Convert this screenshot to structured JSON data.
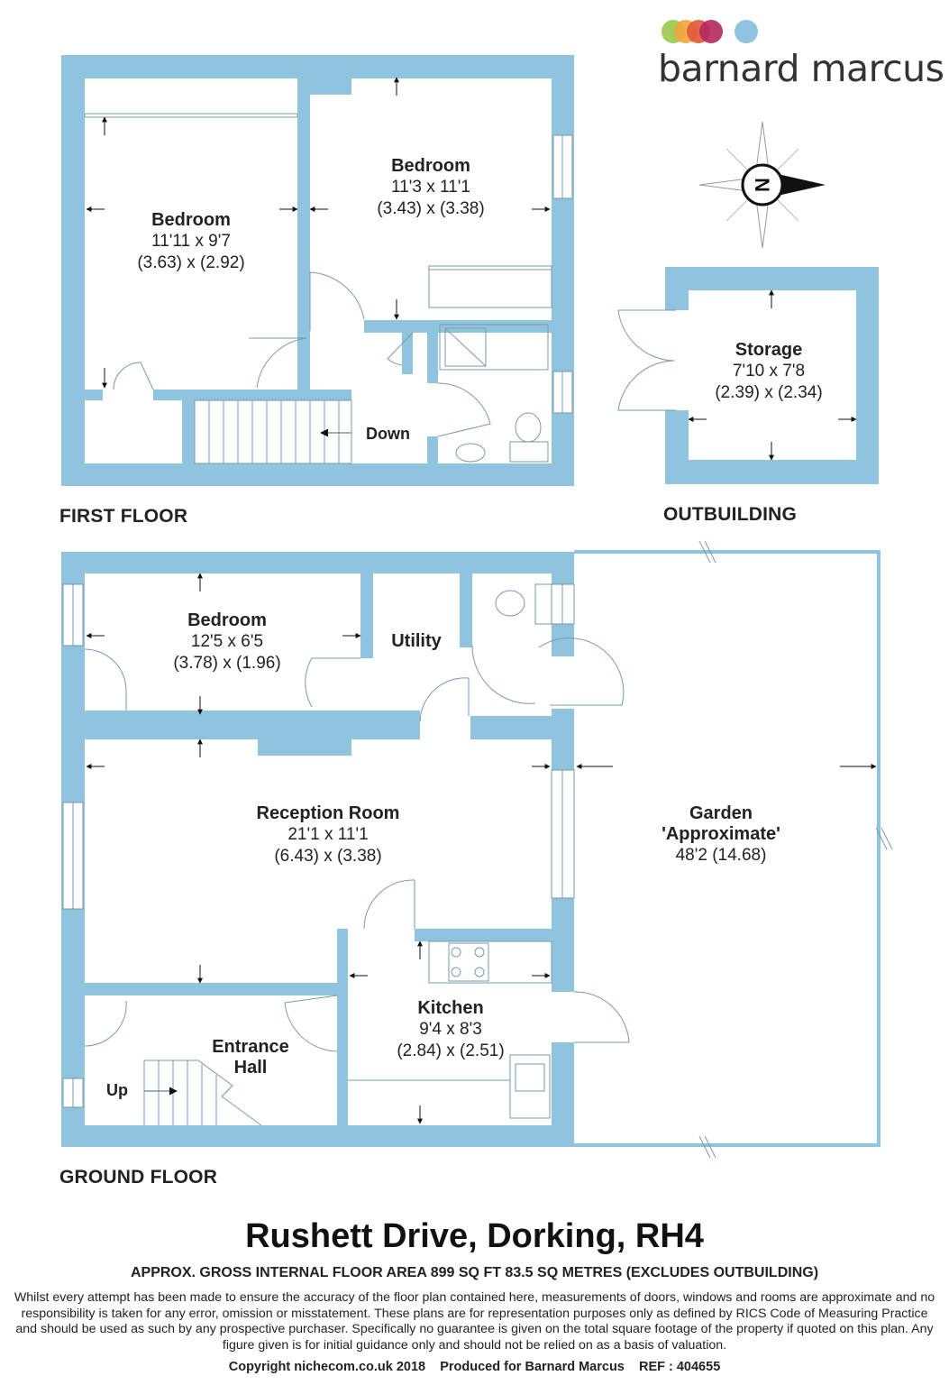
{
  "brand": {
    "name": "barnard marcus",
    "dot_colors": [
      "#9bc84a",
      "#f2a43a",
      "#e2583a",
      "#b2285e",
      "#8ec4de"
    ]
  },
  "compass": {
    "letter": "N"
  },
  "colors": {
    "wall": "#8ec4de",
    "text": "#222222"
  },
  "floors": {
    "first": "FIRST FLOOR",
    "outbuilding": "OUTBUILDING",
    "ground": "GROUND FLOOR"
  },
  "rooms": {
    "bedroom1": {
      "name": "Bedroom",
      "imperial": "11'11 x 9'7",
      "metric": "(3.63) x (2.92)"
    },
    "bedroom2": {
      "name": "Bedroom",
      "imperial": "11'3 x 11'1",
      "metric": "(3.43) x (3.38)"
    },
    "storage": {
      "name": "Storage",
      "imperial": "7'10 x 7'8",
      "metric": "(2.39) x (2.34)"
    },
    "bedroom3": {
      "name": "Bedroom",
      "imperial": "12'5 x 6'5",
      "metric": "(3.78) x (1.96)"
    },
    "utility": {
      "name": "Utility"
    },
    "reception": {
      "name": "Reception Room",
      "imperial": "21'1 x 11'1",
      "metric": "(6.43) x (3.38)"
    },
    "garden": {
      "name": "Garden",
      "note": "'Approximate'",
      "dims": "48'2 (14.68)"
    },
    "kitchen": {
      "name": "Kitchen",
      "imperial": "9'4 x 8'3",
      "metric": "(2.84) x (2.51)"
    },
    "hall": {
      "line1": "Entrance",
      "line2": "Hall"
    }
  },
  "stairs": {
    "down": "Down",
    "up": "Up"
  },
  "footer": {
    "address": "Rushett Drive, Dorking, RH4",
    "area": "APPROX. GROSS INTERNAL FLOOR AREA 899 SQ FT 83.5 SQ METRES (EXCLUDES OUTBUILDING)",
    "disclaimer": "Whilst every attempt has been made to ensure the accuracy of the floor plan contained here, measurements of doors, windows and rooms are approximate and no responsibility is taken for any error, omission or misstatement. These plans are for representation purposes only as defined by RICS Code of Measuring Practice and should be used as such by any prospective purchaser.  Specifically no guarantee is given on the total square footage of the property if quoted on this plan. Any figure given is for initial guidance only and should not be relied on as a basis of valuation.",
    "copyright": "Copyright nichecom.co.uk 2018    Produced for Barnard Marcus    REF : 404655"
  }
}
